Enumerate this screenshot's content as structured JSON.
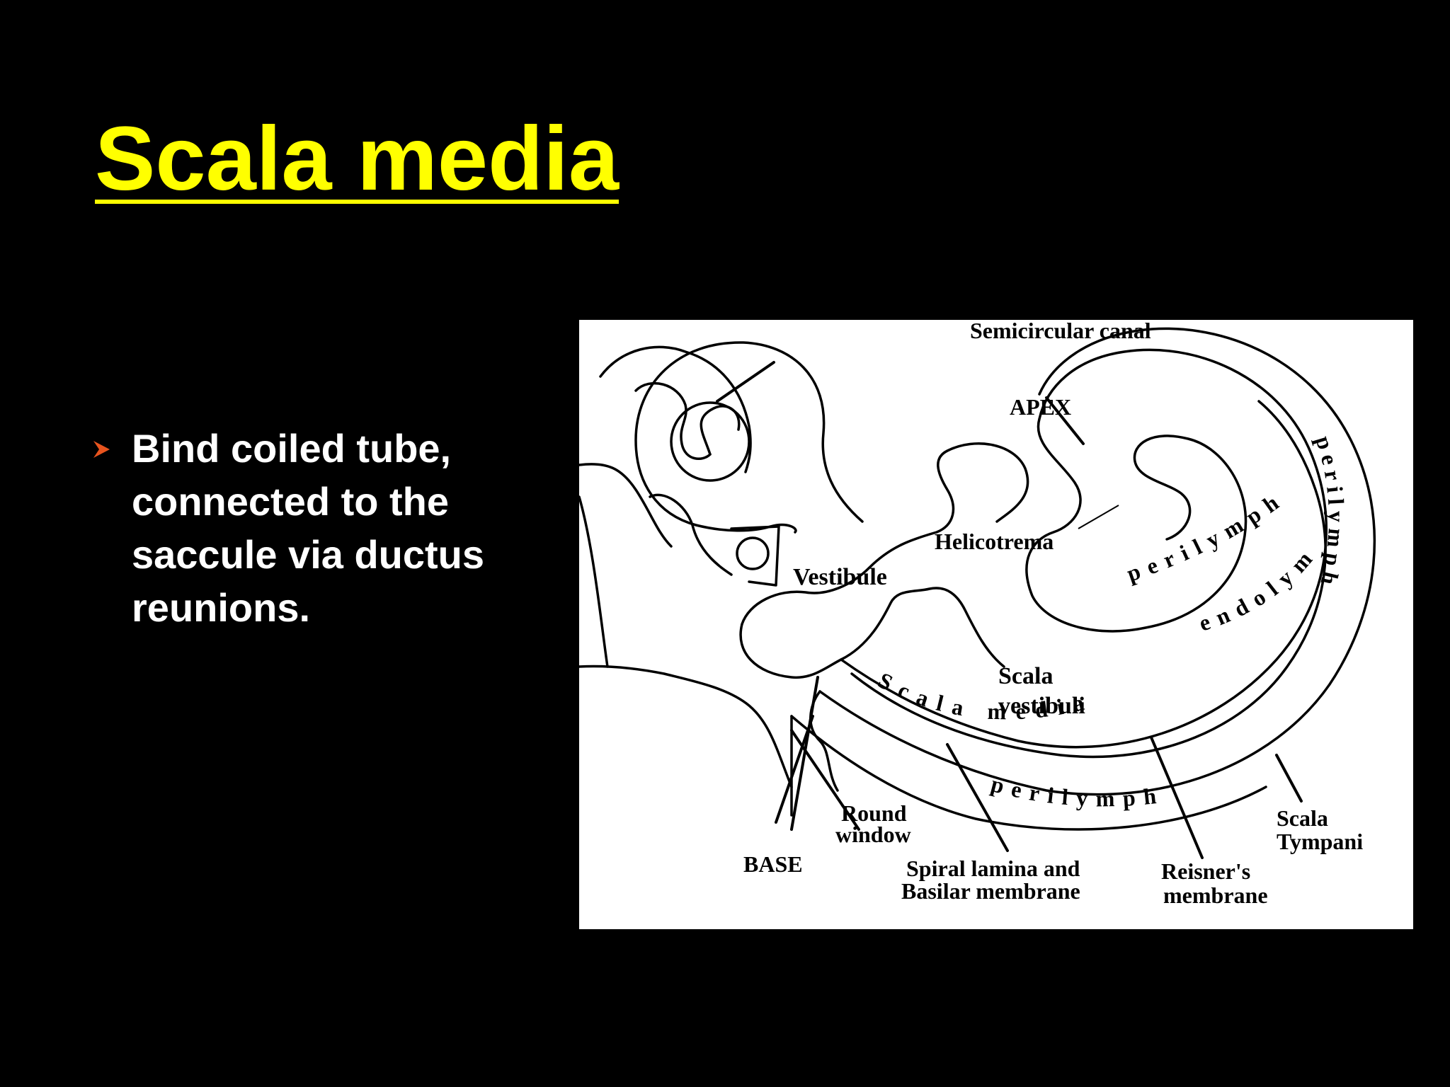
{
  "slide": {
    "title": "Scala media",
    "bullets": [
      "Bind coiled tube, connected to the saccule via ductus reunions."
    ],
    "colors": {
      "background": "#000000",
      "title": "#ffff00",
      "bullet_text": "#ffffff",
      "bullet_marker": "#e8541e",
      "diagram_background": "#ffffff"
    },
    "bullet_marker_icon": "arrowhead-right-icon"
  },
  "diagram": {
    "labels": {
      "semicircular_canal": "Semicircular canal",
      "apex": "APEX",
      "helicotrema": "Helicotrema",
      "vestibule": "Vestibule",
      "scala_vestibuli_1": "Scala",
      "scala_vestibuli_2": "vestibuli",
      "scala_media": "Scala media",
      "perilymph_upper": "perilymph",
      "endolymph": "endolymph",
      "perilymph_outer": "perilymph",
      "perilymph_lower": "perilymph",
      "scala_tympani_1": "Scala",
      "scala_tympani_2": "Tympani",
      "round_window_1": "Round",
      "round_window_2": "window",
      "base": "BASE",
      "spiral_lamina_1": "Spiral lamina and",
      "spiral_lamina_2": "Basilar membrane",
      "reisners_1": "Reisner's",
      "reisners_2": "membrane"
    }
  }
}
